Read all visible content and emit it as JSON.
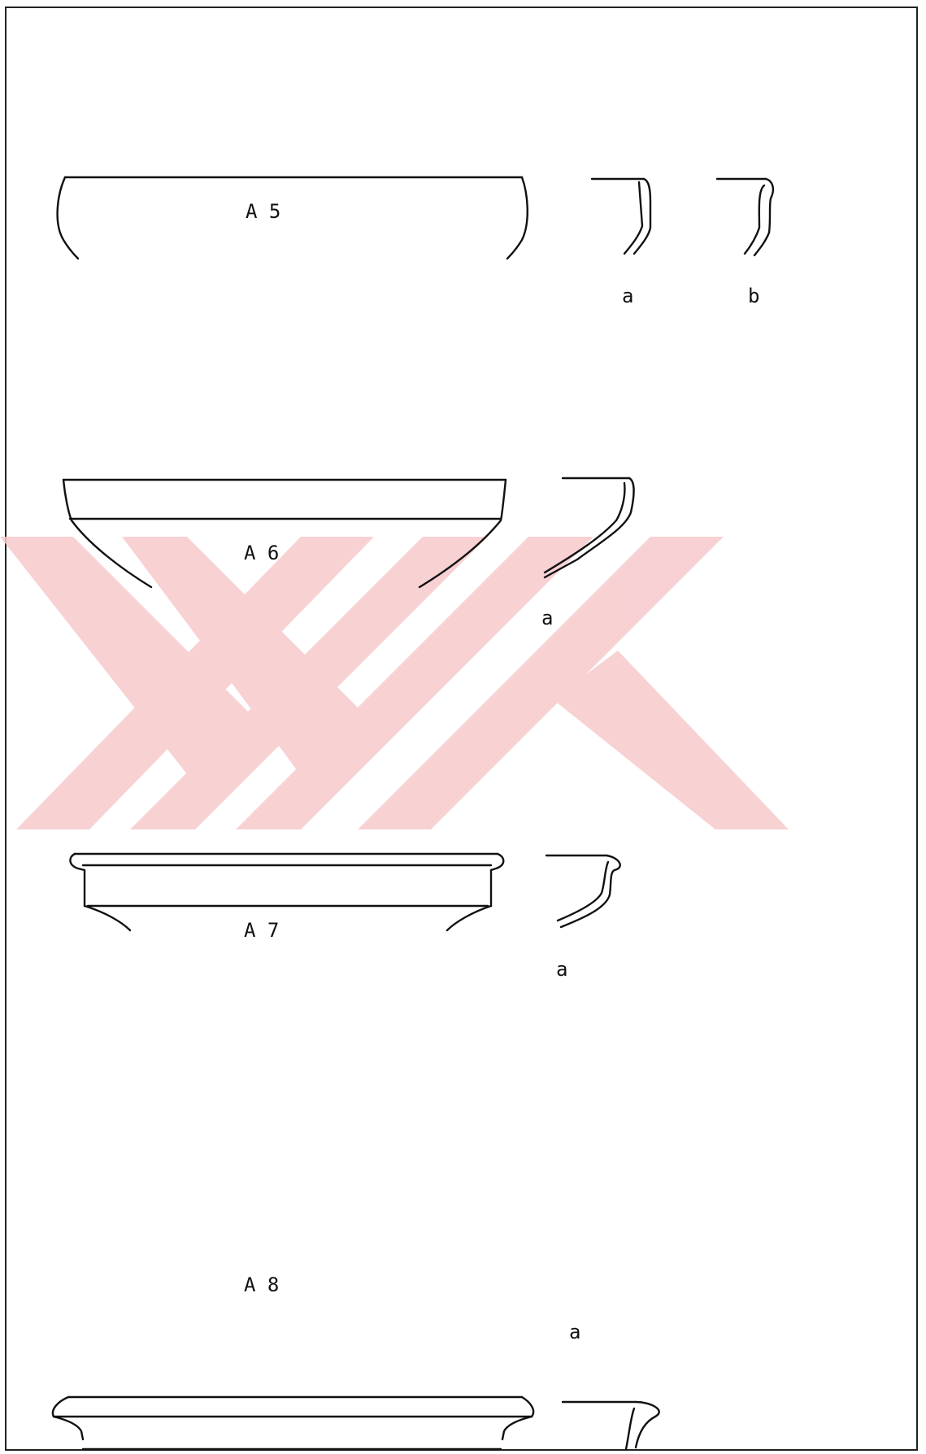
{
  "figures": [
    {
      "id": "A5",
      "label": "A 5",
      "sections": [
        "a",
        "b"
      ]
    },
    {
      "id": "A6",
      "label": "A 6",
      "sections": [
        "a"
      ]
    },
    {
      "id": "A7",
      "label": "A 7",
      "sections": [
        "a"
      ]
    },
    {
      "id": "A8",
      "label": "A 8",
      "sections": [
        "a"
      ]
    }
  ],
  "colors": {
    "ink": "#111111",
    "watermark": "#f7c9cc",
    "frame": "#222222"
  }
}
